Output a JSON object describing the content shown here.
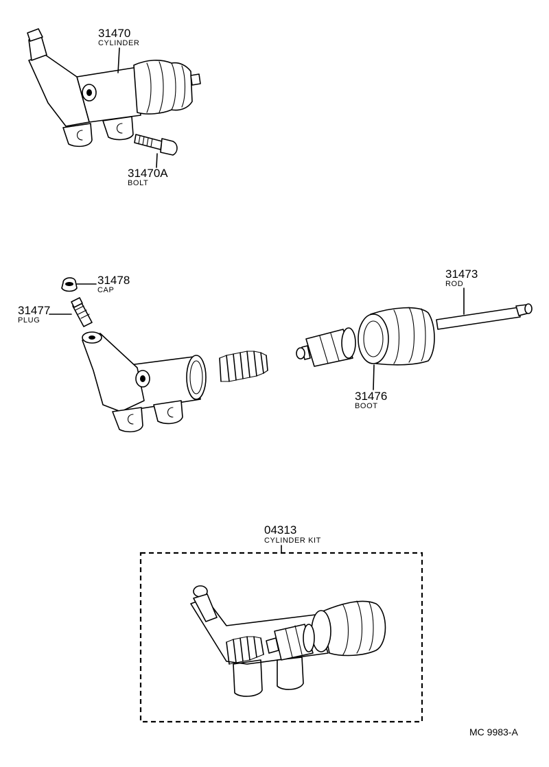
{
  "parts": {
    "cylinder": {
      "number": "31470",
      "name": "CYLINDER"
    },
    "bolt": {
      "number": "31470A",
      "name": "BOLT"
    },
    "cap": {
      "number": "31478",
      "name": "CAP"
    },
    "plug": {
      "number": "31477",
      "name": "PLUG"
    },
    "rod": {
      "number": "31473",
      "name": "ROD"
    },
    "boot": {
      "number": "31476",
      "name": "BOOT"
    },
    "kit": {
      "number": "04313",
      "name": "CYLINDER KIT"
    }
  },
  "reference_code": "MC  9983-A"
}
